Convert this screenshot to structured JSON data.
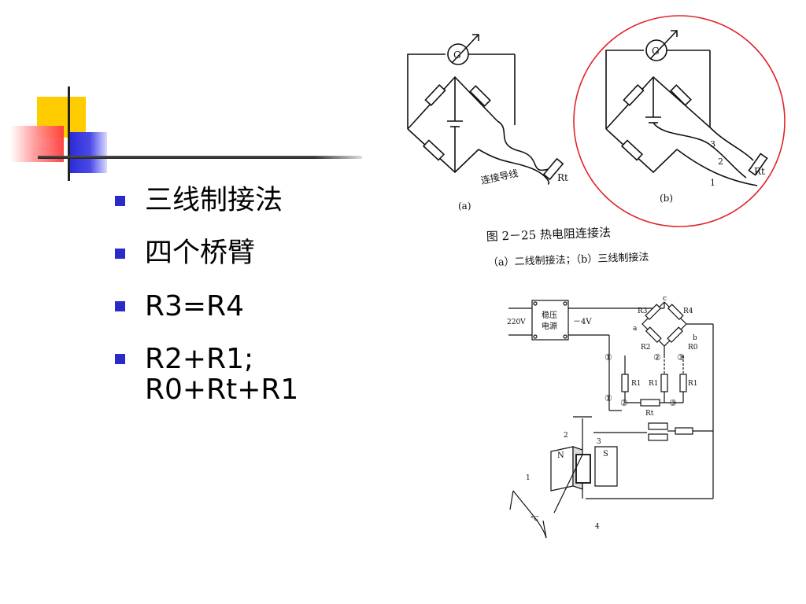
{
  "bullets": [
    {
      "text": "三线制接法",
      "lang": "zh"
    },
    {
      "text": "四个桥臂",
      "lang": "zh"
    },
    {
      "text": "R3=R4",
      "lang": "en"
    },
    {
      "text": "R2+R1;\nR0+Rt+R1",
      "lang": "en"
    }
  ],
  "figure_top": {
    "label_a": "(a)",
    "label_b": "(b)",
    "galvanometer": "G",
    "rt_label_a": "Rt",
    "rt_label_b": "Rt",
    "wire_note": "连接导线",
    "wire_numbers": [
      "3",
      "2",
      "1"
    ],
    "caption_title": "图 2－25  热电阻连接法",
    "caption_sub": "（a）二线制接法；（b）三线制接法",
    "highlight_color": "#e0242a"
  },
  "figure_bottom": {
    "supply_voltage": "220V",
    "regulator_label_1": "稳压",
    "regulator_label_2": "电源",
    "output_voltage": "－4V",
    "node_c": "c",
    "node_a": "a",
    "node_b": "b",
    "r3": "R3",
    "r4": "R4",
    "r2": "R2",
    "r0": "R0",
    "r1_left": "R1",
    "r1_mid": "R1",
    "r1_right": "R1",
    "rt": "Rt",
    "circled_1": "①",
    "circled_2": "②",
    "circled_3": "③",
    "magnet_n": "N",
    "magnet_s": "S",
    "part_1": "1",
    "part_2": "2",
    "part_3": "3",
    "part_4": "4",
    "scale_unit": "°C"
  }
}
